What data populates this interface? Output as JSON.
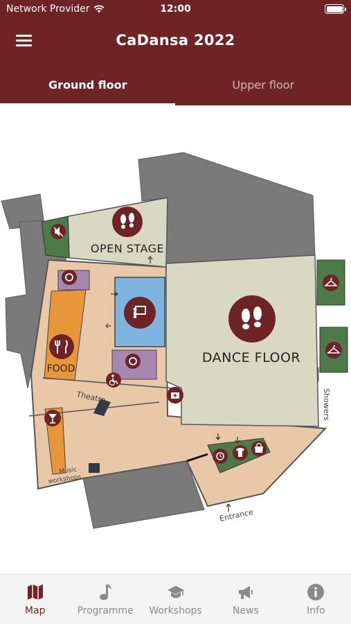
{
  "status_bar": {
    "provider": "Network Provider",
    "time": "12:00"
  },
  "header": {
    "title": "CaDansa 2022"
  },
  "tabs": [
    {
      "label": "Ground floor",
      "active": true
    },
    {
      "label": "Upper floor",
      "active": false
    }
  ],
  "map": {
    "labels": {
      "open_stage": "OPEN STAGE",
      "dance_floor": "DANCE FLOOR",
      "food": "FOOD",
      "theatre": "Theatre",
      "showers": "Showers",
      "music_workshops_line1": "Music",
      "music_workshops_line2": "workshops",
      "entrance": "Entrance"
    },
    "colors": {
      "wall": "#7a7a7a",
      "floor": "#e8c8a6",
      "stage": "#d9d9c3",
      "green": "#4d7a48",
      "blue": "#7fb3e0",
      "purple": "#a886b2",
      "orange": "#e8963a",
      "marker": "#6e2324"
    },
    "markers": [
      "dance-shoes-icon",
      "dance-shoes-icon",
      "presentation-icon",
      "no-sound-icon",
      "baby-icon",
      "baby-icon",
      "restaurant-icon",
      "accessible-icon",
      "cocktail-icon",
      "first-aid-icon",
      "coat-hanger-icon",
      "coat-hanger-icon",
      "clock-icon",
      "tshirt-icon",
      "shop-icon"
    ]
  },
  "bottom_nav": [
    {
      "label": "Map",
      "icon": "map-icon",
      "active": true
    },
    {
      "label": "Programme",
      "icon": "music-note-icon",
      "active": false
    },
    {
      "label": "Workshops",
      "icon": "graduation-cap-icon",
      "active": false
    },
    {
      "label": "News",
      "icon": "megaphone-icon",
      "active": false
    },
    {
      "label": "Info",
      "icon": "info-icon",
      "active": false
    }
  ],
  "accent_color": "#6e2324"
}
